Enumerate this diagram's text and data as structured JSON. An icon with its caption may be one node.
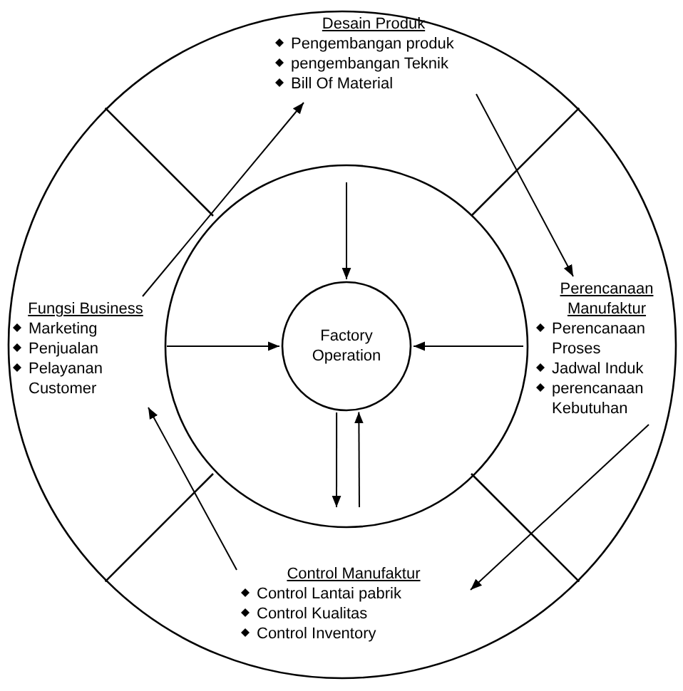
{
  "diagram": {
    "nodes": [
      {
        "text": [],
        "shape": "circle"
      },
      {
        "text": [
          "Desain Produk",
          "Pengembangan produk",
          "pengembangan Teknik",
          "Bill Of Material"
        ],
        "in": 0
      },
      {
        "text": [
          "Perencanaan Manufaktur",
          "Perencanaan Proses",
          "Jadwal Induk",
          "perencanaan Kebutuhan"
        ],
        "in": 0
      },
      {
        "text": [
          "Control Manufaktur",
          "Control Lantai pabrik",
          "Control Kualitas",
          "Control Inventory"
        ],
        "in": 0
      },
      {
        "text": [
          "Fungsi Business",
          "Marketing",
          "Penjualan",
          "Pelayanan Customer"
        ],
        "in": 0
      },
      {
        "text": [],
        "shape": "circle",
        "in": 0
      },
      {
        "text": [
          "Factory Operation"
        ],
        "in": 5
      }
    ],
    "edges": [
      {
        "from": 4,
        "to": 1,
        "arrow": "to"
      },
      {
        "from": 1,
        "to": 2,
        "arrow": "to"
      },
      {
        "from": 2,
        "to": 3,
        "arrow": "to"
      },
      {
        "from": 3,
        "to": 4,
        "arrow": "to"
      },
      {
        "from": null,
        "to": 6,
        "arrow": "to"
      },
      {
        "from": null,
        "to": 6,
        "arrow": "to"
      },
      {
        "from": null,
        "to": 6,
        "arrow": "to"
      },
      {
        "from": 6,
        "to": null,
        "arrow": "to"
      },
      {
        "from": null,
        "to": 6,
        "arrow": "to"
      }
    ]
  }
}
